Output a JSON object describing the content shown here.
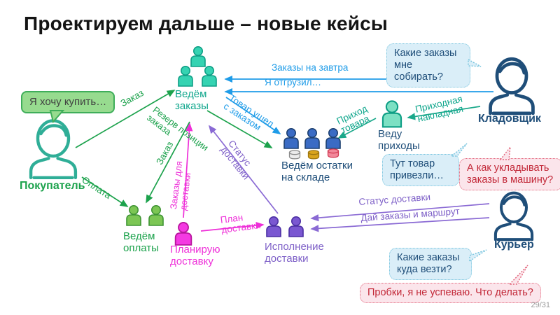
{
  "slide": {
    "title": "Проектируем дальше – новые кейсы",
    "page_number": "29/31"
  },
  "actors": {
    "buyer": {
      "label": "Покупатель",
      "bubble_want_to_buy": "Я хочу купить…"
    },
    "warehouse_keeper": {
      "label": "Кладовщик",
      "bubble_which_orders_to_pick": "Какие заказы мне собирать?",
      "bubble_goods_arrived": "Тут товар привезли…",
      "bubble_how_to_load": "А как укладывать заказы в машину?"
    },
    "courier": {
      "label": "Курьер",
      "bubble_where_to_take": "Какие заказы куда везти?",
      "bubble_traffic": "Пробки, я не успеваю. Что делать?"
    }
  },
  "systems": {
    "orders": "Ведём заказы",
    "payments": "Ведём оплаты",
    "stock": "Ведём остатки на складе",
    "receipts": "Веду приходы",
    "delivery_planning": "Планирую доставку",
    "delivery_execution": "Исполнение доставки"
  },
  "flows": {
    "order_from_buyer": "Заказ",
    "order_to_payments": "Заказ",
    "payment": "Оплата",
    "orders_for_tomorrow": "Заказы на завтра",
    "i_shipped": "Я отгрузил…",
    "goods_left_with_order": "Товар ушел с заказом",
    "order_position_reserve": "Резерв позиции заказа",
    "goods_receipt": "Приход товара",
    "receipt_invoice": "Приходная накладная",
    "orders_for_delivery": "Заказы для доставки",
    "delivery_plan": "План доставки",
    "delivery_status_to_orders": "Статус доставки",
    "delivery_status_from_courier": "Статус доставки",
    "give_orders_and_route": "Дай заказы и маршрут"
  },
  "colors": {
    "blue_arrow": "#1f9ce8",
    "green_arrow": "#1ca24c",
    "teal_arrow": "#1aa88a",
    "magenta_arrow": "#ee2fd8",
    "purple_arrow": "#8a6ad4",
    "navy": "#1f4e79",
    "teal_people": "#35d3b2",
    "green_people": "#7cc654",
    "blue_people": "#3a6bc4",
    "magenta_person": "#f43ae2",
    "purple_people": "#7a57d1"
  },
  "icons": {
    "person-icon": "filled head and torso pictogram",
    "people-group-icon": "group of filled person pictograms",
    "bust-icon": "outlined head-and-shoulders portrait",
    "cylinder-icon": "stock item cylinder"
  }
}
